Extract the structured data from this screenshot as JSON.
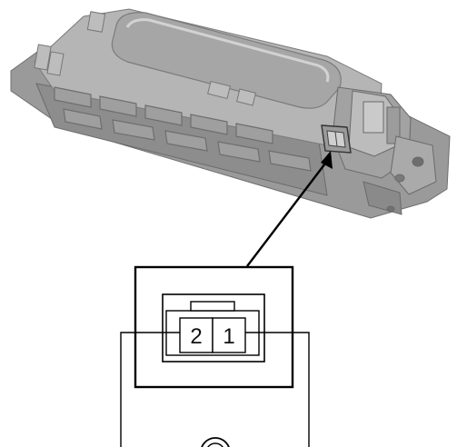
{
  "component": {
    "part": "connector-housing"
  },
  "connector": {
    "pins": [
      {
        "label": "2"
      },
      {
        "label": "1"
      }
    ]
  },
  "colors": {
    "body": "#a8a8a8",
    "body_light": "#c4c4c4",
    "body_dark": "#7e7e7e",
    "outline": "#000000"
  },
  "bottom_marker": {
    "symbol": "circle-callout"
  }
}
